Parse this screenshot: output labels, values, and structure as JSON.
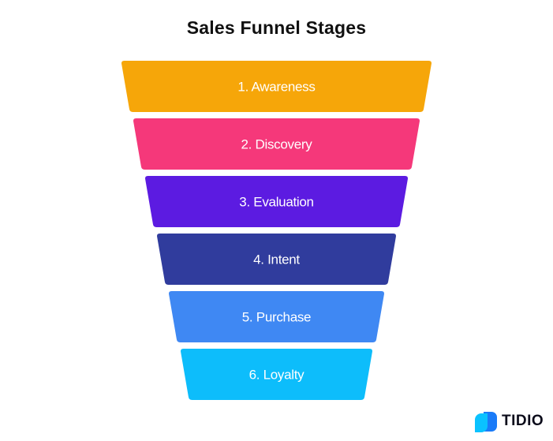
{
  "title": "Sales Funnel Stages",
  "stages": [
    {
      "label": "1. Awareness",
      "color": "#F6A609"
    },
    {
      "label": "2. Discovery",
      "color": "#F5387A"
    },
    {
      "label": "3. Evaluation",
      "color": "#5C1BE1"
    },
    {
      "label": "4. Intent",
      "color": "#303C9D"
    },
    {
      "label": "5. Purchase",
      "color": "#3F88F3"
    },
    {
      "label": "6. Loyalty",
      "color": "#0DBDFB"
    }
  ],
  "brand": {
    "name": "TIDIO",
    "logo_icon": "tidio-logo-icon",
    "logo_colors": [
      "#1A7BF8",
      "#0AC2FF"
    ]
  }
}
